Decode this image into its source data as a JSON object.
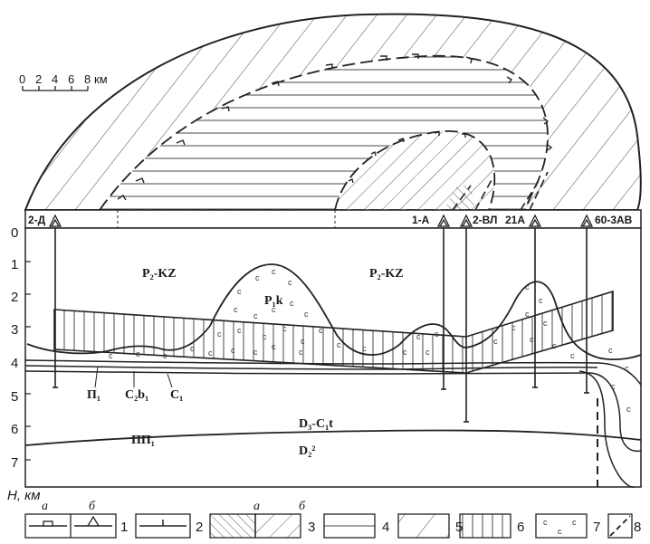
{
  "scale_bar": {
    "ticks": [
      "0",
      "2",
      "4",
      "6",
      "8"
    ],
    "unit": "км"
  },
  "wells": [
    {
      "label": "2-Д"
    },
    {
      "label": "1-А"
    },
    {
      "label": "2-ВЛ"
    },
    {
      "label": "21А"
    },
    {
      "label": "60-3АВ"
    }
  ],
  "depth_axis": {
    "ticks": [
      "0",
      "1",
      "2",
      "3",
      "4",
      "5",
      "6",
      "7"
    ],
    "label": "H, км"
  },
  "units": {
    "p2kz_left": "P₂-KZ",
    "p2kz_right": "P₂-KZ",
    "p1k": "P₁k",
    "p1": "П₁",
    "c2b1": "C₂b₁",
    "c1": "C₁",
    "d3c1t": "D₃-C₁t",
    "pp1": "ПП₁",
    "d2": "D₂²"
  },
  "legend": {
    "sub_a": "а",
    "sub_b": "б",
    "items": [
      "1",
      "2",
      "3",
      "4",
      "5",
      "6",
      "7",
      "8"
    ]
  }
}
